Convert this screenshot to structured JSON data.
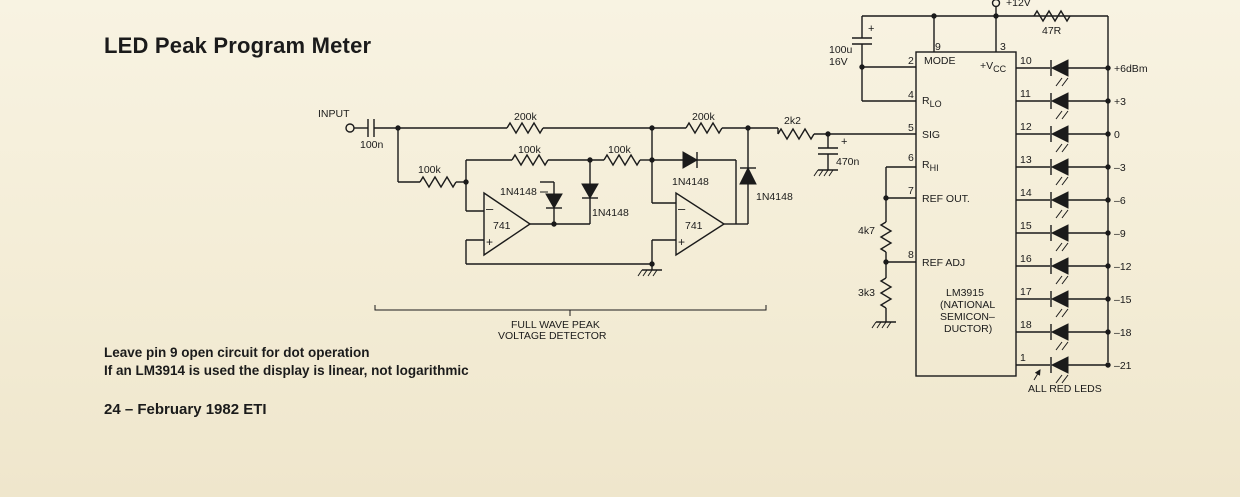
{
  "title": "LED Peak Program Meter",
  "notes": [
    "Leave pin 9 open circuit for dot operation",
    "If an LM3914 is used the display is linear, not logarithmic"
  ],
  "footer": "24 – February 1982 ETI",
  "labels": {
    "input": "INPUT",
    "c_in": "100n",
    "r1": "200k",
    "r2": "200k",
    "r3": "2k2",
    "r4": "100k",
    "r5": "100k",
    "r6": "100k",
    "d1": "1N4148",
    "d2": "1N4148",
    "d3": "1N4148",
    "d4": "1N4148",
    "opamp1": "741",
    "opamp2": "741",
    "c_sig": "470n",
    "c_supply": "100u",
    "c_supply_v": "16V",
    "supply": "+12V",
    "r_supply": "47R",
    "r_ref": "4k7",
    "r_adj": "3k3",
    "detector": "FULL WAVE PEAK",
    "detector2": "VOLTAGE DETECTOR",
    "leds": "ALL RED LEDS",
    "ic_name": "LM3915",
    "ic_line2": "(NATIONAL",
    "ic_line3": "SEMICON–",
    "ic_line4": "DUCTOR)"
  },
  "ic_pins": [
    {
      "num": "9",
      "name": "MODE"
    },
    {
      "num": "3",
      "name": "+V"
    },
    {
      "num": "4",
      "name": "R"
    },
    {
      "num": "5",
      "name": "SIG"
    },
    {
      "num": "6",
      "name": "R"
    },
    {
      "num": "7",
      "name": "REF OUT."
    },
    {
      "num": "8",
      "name": "REF ADJ"
    }
  ],
  "ic_pin_subs": {
    "vcc": "CC",
    "rlo": "LO",
    "rhi": "HI"
  },
  "pin_2": "2",
  "led_outputs": [
    {
      "pin": "10",
      "level": "+6dBm"
    },
    {
      "pin": "11",
      "level": "+3"
    },
    {
      "pin": "12",
      "level": "0"
    },
    {
      "pin": "13",
      "level": "–3"
    },
    {
      "pin": "14",
      "level": "–6"
    },
    {
      "pin": "15",
      "level": "–9"
    },
    {
      "pin": "16",
      "level": "–12"
    },
    {
      "pin": "17",
      "level": "–15"
    },
    {
      "pin": "18",
      "level": "–18"
    },
    {
      "pin": "1",
      "level": "–21"
    }
  ]
}
